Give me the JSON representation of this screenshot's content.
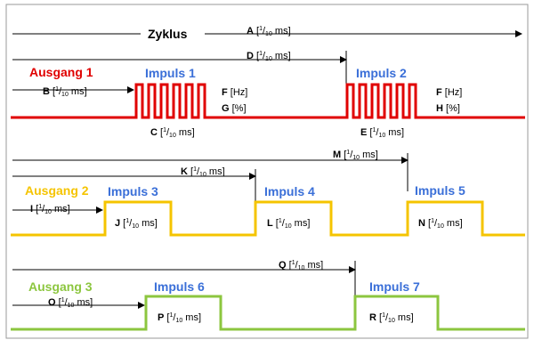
{
  "colors": {
    "output1": "#e00000",
    "output2": "#f5c400",
    "output3": "#8cc63f",
    "impulse_label": "#3a6fd8",
    "border": "#888888"
  },
  "cycle": {
    "label": "Zyklus",
    "param": "A",
    "unit_open": "[",
    "unit_num": "1",
    "unit_den": "10",
    "unit_close": " ms]"
  },
  "outputs": [
    {
      "name": "Ausgang 1"
    },
    {
      "name": "Ausgang 2"
    },
    {
      "name": "Ausgang 3"
    }
  ],
  "impulses": [
    "Impuls 1",
    "Impuls 2",
    "Impuls 3",
    "Impuls 4",
    "Impuls 5",
    "Impuls 6",
    "Impuls 7"
  ],
  "params": {
    "A": "A",
    "B": "B",
    "C": "C",
    "D": "D",
    "E": "E",
    "F": "F",
    "G": "G",
    "H": "H",
    "I": "I",
    "J": "J",
    "K": "K",
    "L": "L",
    "M": "M",
    "N": "N",
    "O": "O",
    "P": "P",
    "Q": "Q",
    "R": "R"
  },
  "units": {
    "hz": "[Hz]",
    "percent": "[%]"
  }
}
